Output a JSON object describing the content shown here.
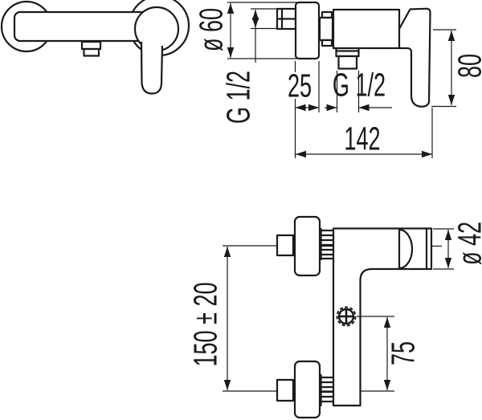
{
  "drawing": {
    "colors": {
      "line": "#1a1a1a",
      "background": "#ffffff"
    },
    "dims": {
      "escutcheon_diameter": "ø 60",
      "wall_thread": "G 1/2",
      "escutcheon_depth": "25",
      "outlet_thread": "G 1/2",
      "handle_height": "80",
      "overall_depth": "142",
      "body_diameter": "ø 42",
      "inlet_centre_distance": "150 ± 20",
      "screw_offset": "75"
    }
  }
}
